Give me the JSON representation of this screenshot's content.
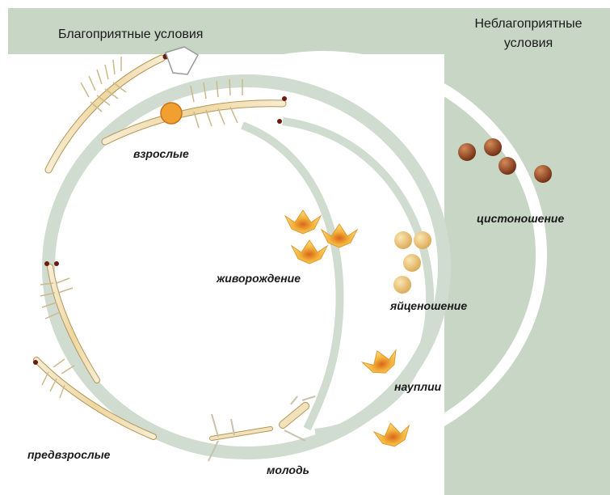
{
  "diagram": {
    "zones": {
      "favorable": "Благоприятные условия",
      "unfavorable_line1": "Неблагоприятные",
      "unfavorable_line2": "условия"
    },
    "stages": {
      "adults": "взрослые",
      "viviparity": "живорождение",
      "egg_bearing": "яйценошение",
      "cyst_bearing": "цистоношение",
      "nauplii": "науплии",
      "preadults": "предвзрослые",
      "juveniles": "молодь"
    },
    "colors": {
      "unfavorable_zone": "#c7d6c5",
      "favorable_band": "#c7d6c5",
      "cycle_ring": "#cfdccf",
      "body": "#f4e6c4",
      "body_outline": "#b49658",
      "egg": "#e8c37a",
      "cyst": "#8b3d1c",
      "nauplius": "#f0b43c"
    }
  }
}
